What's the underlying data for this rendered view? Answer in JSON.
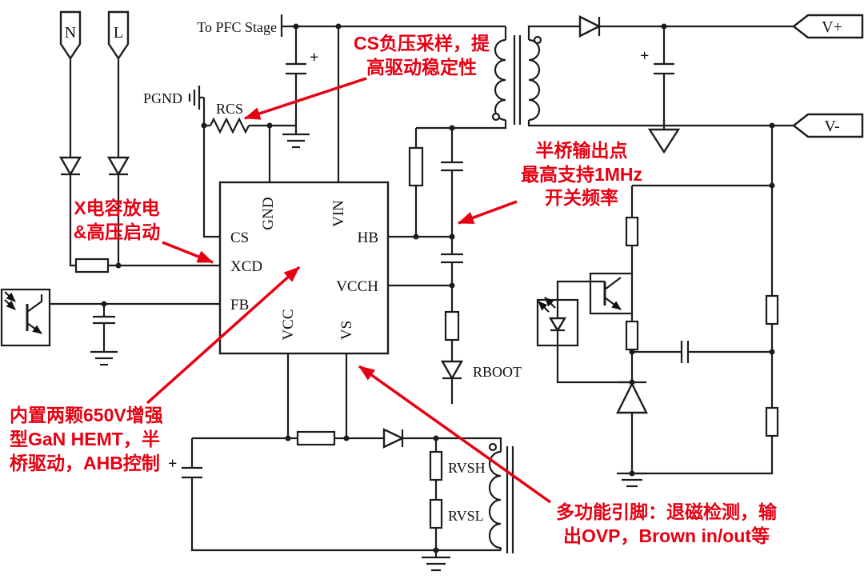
{
  "colors": {
    "annotation_red": "#e60012",
    "line_black": "#1c1c1c",
    "background": "#ffffff"
  },
  "connectors": {
    "neutral": "N",
    "line": "L",
    "v_plus": "V+",
    "v_minus": "V-"
  },
  "labels": {
    "to_pfc_stage": "To PFC Stage",
    "pgnd": "PGND",
    "rcs": "RCS",
    "rboot": "RBOOT",
    "rvsh": "RVSH",
    "rvsl": "RVSL",
    "cap_plus_pfc": "+",
    "cap_plus_out": "+",
    "cap_plus_vcc": "+"
  },
  "ic_pins": {
    "cs": "CS",
    "xcd": "XCD",
    "fb": "FB",
    "gnd": "GND",
    "vin": "VIN",
    "hb": "HB",
    "vcch": "VCCH",
    "vcc": "VCC",
    "vs": "VS"
  },
  "annotations": {
    "cs_sense": {
      "line1": "CS负压采样，提",
      "line2": "高驱动稳定性"
    },
    "half_bridge": {
      "line1": "半桥输出点",
      "line2": "最高支持1MHz",
      "line3": "开关频率"
    },
    "xcd_note": {
      "line1": "X电容放电",
      "line2": "&高压启动"
    },
    "gan_note": {
      "line1": "内置两颗650V增强",
      "line2": "型GaN HEMT，半",
      "line3": "桥驱动，AHB控制"
    },
    "multi_pin": {
      "line1": "多功能引脚：退磁检测，输",
      "line2": "出OVP，Brown in/out等"
    }
  }
}
